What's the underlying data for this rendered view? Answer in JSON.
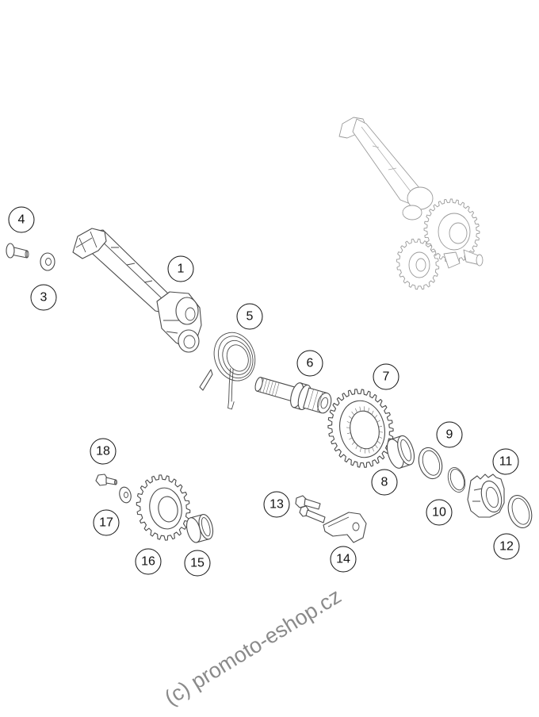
{
  "callouts": {
    "c1": "1",
    "c2": "3",
    "c3": "4",
    "c4": "5",
    "c5": "6",
    "c6": "7",
    "c7": "8",
    "c8": "9",
    "c9": "10",
    "c10": "11",
    "c11": "12",
    "c12": "13",
    "c13": "14",
    "c14": "15",
    "c15": "16",
    "c16": "17",
    "c17": "18"
  },
  "watermark": "(c) promoto-eshop.cz"
}
